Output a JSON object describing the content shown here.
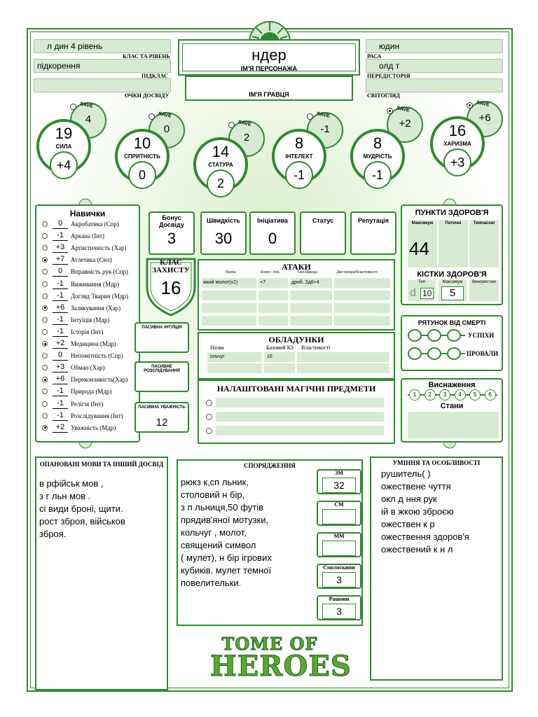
{
  "header": {
    "class_level": "л дин 4 рівень",
    "class_level_label": "КЛАС ТА РІВЕНЬ",
    "subclass": "підкорення",
    "subclass_label": "ПІДКЛАС",
    "xp": "",
    "xp_label": "ОЧКИ ДОСВІДУ",
    "character_name": "ндер",
    "character_name_label": "ІМ'Я ПЕРСОНАЖА",
    "player_name": "",
    "player_name_label": "ІМ'Я ГРАВЦЯ",
    "race": "юдин",
    "race_label": "РАСА",
    "background": "олд т",
    "background_label": "ПЕРЕДІСТОРІЯ",
    "alignment": "",
    "alignment_label": "СВІТОГЛЯД"
  },
  "save_label": "SAVE",
  "abilities": [
    {
      "name": "СИЛА",
      "score": "19",
      "mod": "+4",
      "save": "4",
      "save_prof": false
    },
    {
      "name": "СПРИТНІСТЬ",
      "score": "10",
      "mod": "0",
      "save": "0",
      "save_prof": false
    },
    {
      "name": "СТАТУРА",
      "score": "14",
      "mod": "2",
      "save": "2",
      "save_prof": false
    },
    {
      "name": "ІНТЕЛЕКТ",
      "score": "8",
      "mod": "-1",
      "save": "-1",
      "save_prof": false
    },
    {
      "name": "МУДРІСТЬ",
      "score": "8",
      "mod": "-1",
      "save": "+2",
      "save_prof": true
    },
    {
      "name": "ХАРИЗМА",
      "score": "16",
      "mod": "+3",
      "save": "+6",
      "save_prof": true
    }
  ],
  "skills_title": "Навички",
  "skills": [
    {
      "value": "0",
      "name": "Акробатика (Спр)",
      "prof": false
    },
    {
      "value": "-1",
      "name": "Аркана (Інт)",
      "prof": false
    },
    {
      "value": "+3",
      "name": "Артистичність (Хар)",
      "prof": false
    },
    {
      "value": "+7",
      "name": "Атлетика (Сил)",
      "prof": true
    },
    {
      "value": "0",
      "name": "Вправність рук (Спр)",
      "prof": false
    },
    {
      "value": "-1",
      "name": "Виживання (Мдр)",
      "prof": false
    },
    {
      "value": "-1",
      "name": "Догляд Тварин (Мдр)",
      "prof": false
    },
    {
      "value": "+6",
      "name": "Залякування (Хар)",
      "prof": true
    },
    {
      "value": "-1",
      "name": "Інтуїція (Мдр)",
      "prof": false
    },
    {
      "value": "-1",
      "name": "Історія (Інт)",
      "prof": false
    },
    {
      "value": "+2",
      "name": "Медицина (Мдр)",
      "prof": true
    },
    {
      "value": "0",
      "name": "Непомітність (Спр)",
      "prof": false
    },
    {
      "value": "+3",
      "name": "Обман (Хар)",
      "prof": false
    },
    {
      "value": "+6",
      "name": "Переконливість(Хар)",
      "prof": true
    },
    {
      "value": "-1",
      "name": "Природа (Мдр)",
      "prof": false
    },
    {
      "value": "-1",
      "name": "Релігія (Інт)",
      "prof": false
    },
    {
      "value": "-1",
      "name": "Розслідування (Інт)",
      "prof": false
    },
    {
      "value": "+2",
      "name": "Уважність (Мдр)",
      "prof": true
    }
  ],
  "combat": {
    "prof_bonus_label": "Бонус Досвіду",
    "prof_bonus": "3",
    "speed_label": "Швидкість",
    "speed": "30",
    "initiative_label": "Ініціатива",
    "initiative": "0",
    "status_label": "Статус",
    "status": "",
    "reputation_label": "Репутація",
    "reputation": "",
    "ac_label": "КЛАС ЗАХИСТУ",
    "ac": "16"
  },
  "passive": {
    "insight_label": "ПАСИВНА ІНТУЇЦІЯ",
    "insight": "",
    "investigation_label": "ПАСИВНЕ РОЗСЛІДУВАННЯ",
    "investigation": "",
    "perception_label": "ПАСИВНА УВАЖНІСТЬ",
    "perception": "12"
  },
  "attacks": {
    "title": "АТАКИ",
    "col_name": "Назва",
    "col_bonus": "Бонус Атк.",
    "col_damage": "Тип/Шкода",
    "col_range": "Дистанція/Властивості",
    "rows": [
      {
        "name": "жкий молот(x2)",
        "bonus": "+7",
        "damage": "дроб. 2д6+4",
        "range": ""
      },
      {
        "name": "",
        "bonus": "",
        "damage": "",
        "range": ""
      },
      {
        "name": "",
        "bonus": "",
        "damage": "",
        "range": ""
      },
      {
        "name": "",
        "bonus": "",
        "damage": "",
        "range": ""
      }
    ]
  },
  "armor": {
    "title": "ОБЛАДУНКИ",
    "col_name": "Назва",
    "col_ac": "Базовий КЗ",
    "col_props": "Властивості",
    "rows": [
      {
        "name": "ольчуг",
        "ac": "16",
        "props": ""
      }
    ]
  },
  "magic": {
    "title": "НАЛАШТОВАНІ МАГІЧНІ ПРЕДМЕТИ"
  },
  "hp": {
    "title": "ПУНКТИ ЗДОРОВ'Я",
    "max_label": "Максимум",
    "current_label": "Поточні",
    "temp_label": "Тимчасові",
    "max": "44",
    "hd_title": "КІСТКИ ЗДОРОВ'Я",
    "hd_type_label": "Тип",
    "hd_max_label": "Максимум",
    "hd_used_label": "Використані",
    "hd_die": "d",
    "hd_type": "10",
    "hd_max": "5"
  },
  "death_saves": {
    "title": "РЯТУНОК ВІД СМЕРТІ",
    "success_label": "УСПІХИ",
    "fail_label": "ПРОВАЛИ"
  },
  "exhaustion": {
    "title": "Виснаження",
    "levels": [
      "1",
      "2",
      "3",
      "4",
      "5",
      "6"
    ],
    "conditions_label": "Стани"
  },
  "languages": {
    "title": "ОПАНОВАНІ МОВИ ТА ІНШИЙ ДОСВІД",
    "lines": [
      "в рфійськ мов ,",
      "з г льн мов .",
      "сі види броні, щити.",
      "рост зброя, військов",
      "зброя."
    ]
  },
  "equipment": {
    "title": "СПОРЯДЖЕННЯ",
    "lines": [
      "рюкз к,сп льник,",
      "столовий н бір,",
      "з п льниця,50 футів",
      "прядив'яної мотузки,",
      "кольчуг , молот,",
      "священий символ",
      "( мулет), н бір ігрових",
      "кубиків.   мулет темної",
      "повелительки."
    ],
    "coins": [
      {
        "label": "ЗМ",
        "value": "32"
      },
      {
        "label": "СМ",
        "value": ""
      },
      {
        "label": "ММ",
        "value": ""
      },
      {
        "label": "Смолоскипи",
        "value": "3"
      },
      {
        "label": "Рашони",
        "value": "3"
      }
    ]
  },
  "features": {
    "title": "УМІННЯ ТА ОСОБЛИВОСТІ",
    "lines": [
      "рушитель(      )",
      "ожествене чуття",
      "окл д ння рук",
      "ій в жкою зброєю",
      "ожествен   к р",
      "ожествення здоров'я",
      "ожествений к н л"
    ]
  },
  "logo": {
    "line1": "TOME OF",
    "line2": "HEROES"
  }
}
